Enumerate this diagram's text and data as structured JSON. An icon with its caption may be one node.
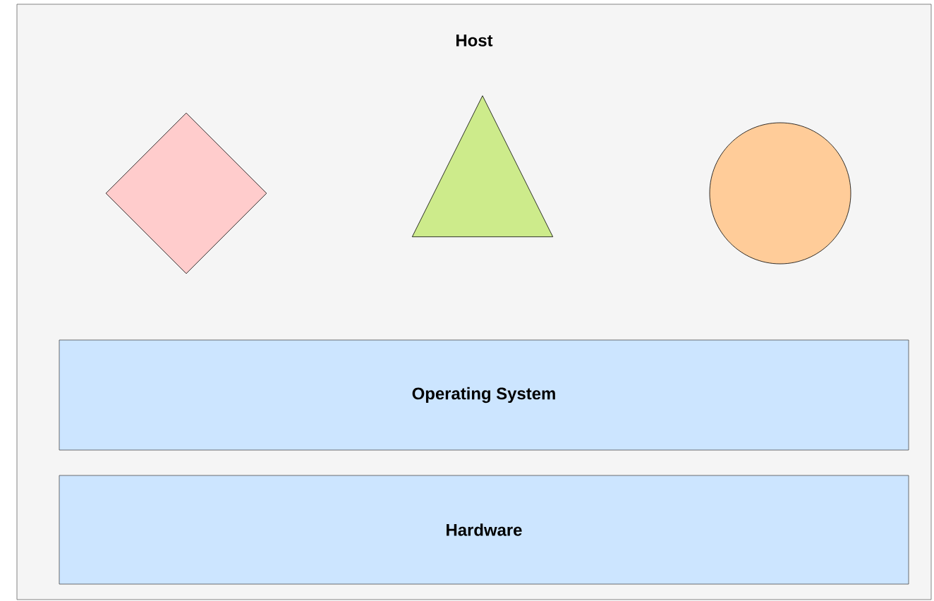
{
  "diagram": {
    "nodes": [
      {
        "text": [
          "Host"
        ]
      },
      {
        "text": [],
        "shape": "diamond",
        "in": 0
      },
      {
        "text": [],
        "shape": "triangle",
        "in": 0
      },
      {
        "text": [],
        "shape": "circle",
        "in": 0
      },
      {
        "text": [
          "Operating System"
        ],
        "in": 0
      },
      {
        "text": [
          "Hardware"
        ],
        "in": 0
      }
    ]
  }
}
